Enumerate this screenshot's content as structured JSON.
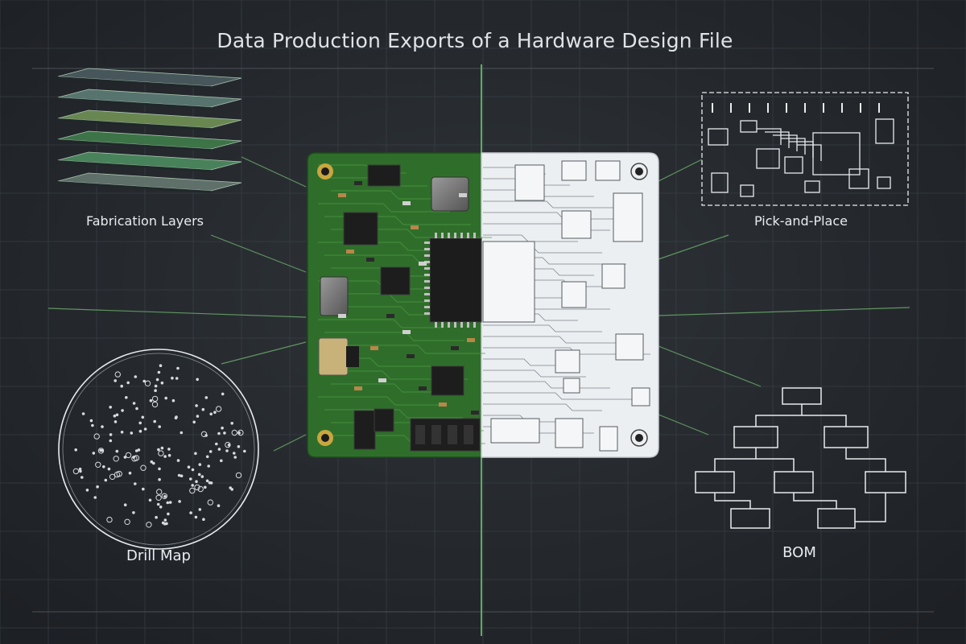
{
  "title": "Data Production Exports of a Hardware Design File",
  "exports": {
    "fabrication_layers": "Fabrication Layers",
    "pick_and_place": "Pick-and-Place",
    "drill_map": "Drill Map",
    "bom": "BOM"
  },
  "colors": {
    "background": "#272b30",
    "grid": "#3d434a",
    "board_green": "#2f6e2a",
    "board_white": "#eceff1",
    "accent_green": "#5cae5c",
    "connector": "#6aa86a",
    "outline": "#e8ebee"
  }
}
